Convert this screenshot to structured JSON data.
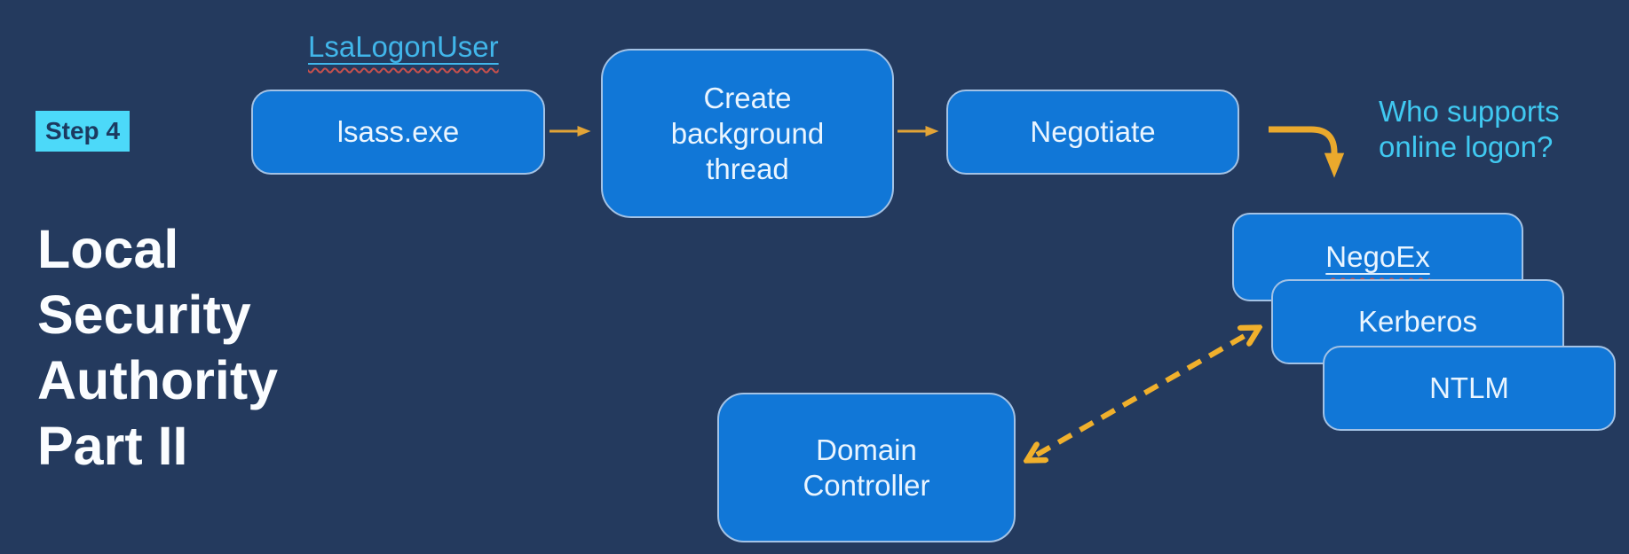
{
  "slide": {
    "badge": {
      "label": "Step 4"
    },
    "title": {
      "text": "Local\nSecurity\nAuthority\nPart II"
    },
    "api_link": {
      "text": "LsaLogonUser"
    },
    "annotation": {
      "text": "Who supports\nonline logon?"
    },
    "nodes": {
      "lsass": {
        "label": "lsass.exe"
      },
      "create": {
        "label": "Create\nbackground\nthread"
      },
      "negotiate": {
        "label": "Negotiate"
      },
      "negoex": {
        "label": "NegoEx"
      },
      "kerberos": {
        "label": "Kerberos"
      },
      "ntlm": {
        "label": "NTLM"
      },
      "dc": {
        "label": "Domain\nController"
      }
    },
    "colors": {
      "background": "#243a5e",
      "node_fill": "#1177d7",
      "node_border": "#a3c2e5",
      "node_text": "#eaf5ff",
      "badge_bg": "#4cd9f9",
      "badge_text": "#1c3a60",
      "title_text": "#fbfdff",
      "link_text": "#41b6ea",
      "annotation_text": "#40c9f1",
      "arrow_gold_thin": "#e2a437",
      "arrow_gold_thick": "#eaa92d",
      "arrow_gold_dashed": "#f0b02c",
      "spellcheck_wavy": "#c9504c"
    }
  }
}
